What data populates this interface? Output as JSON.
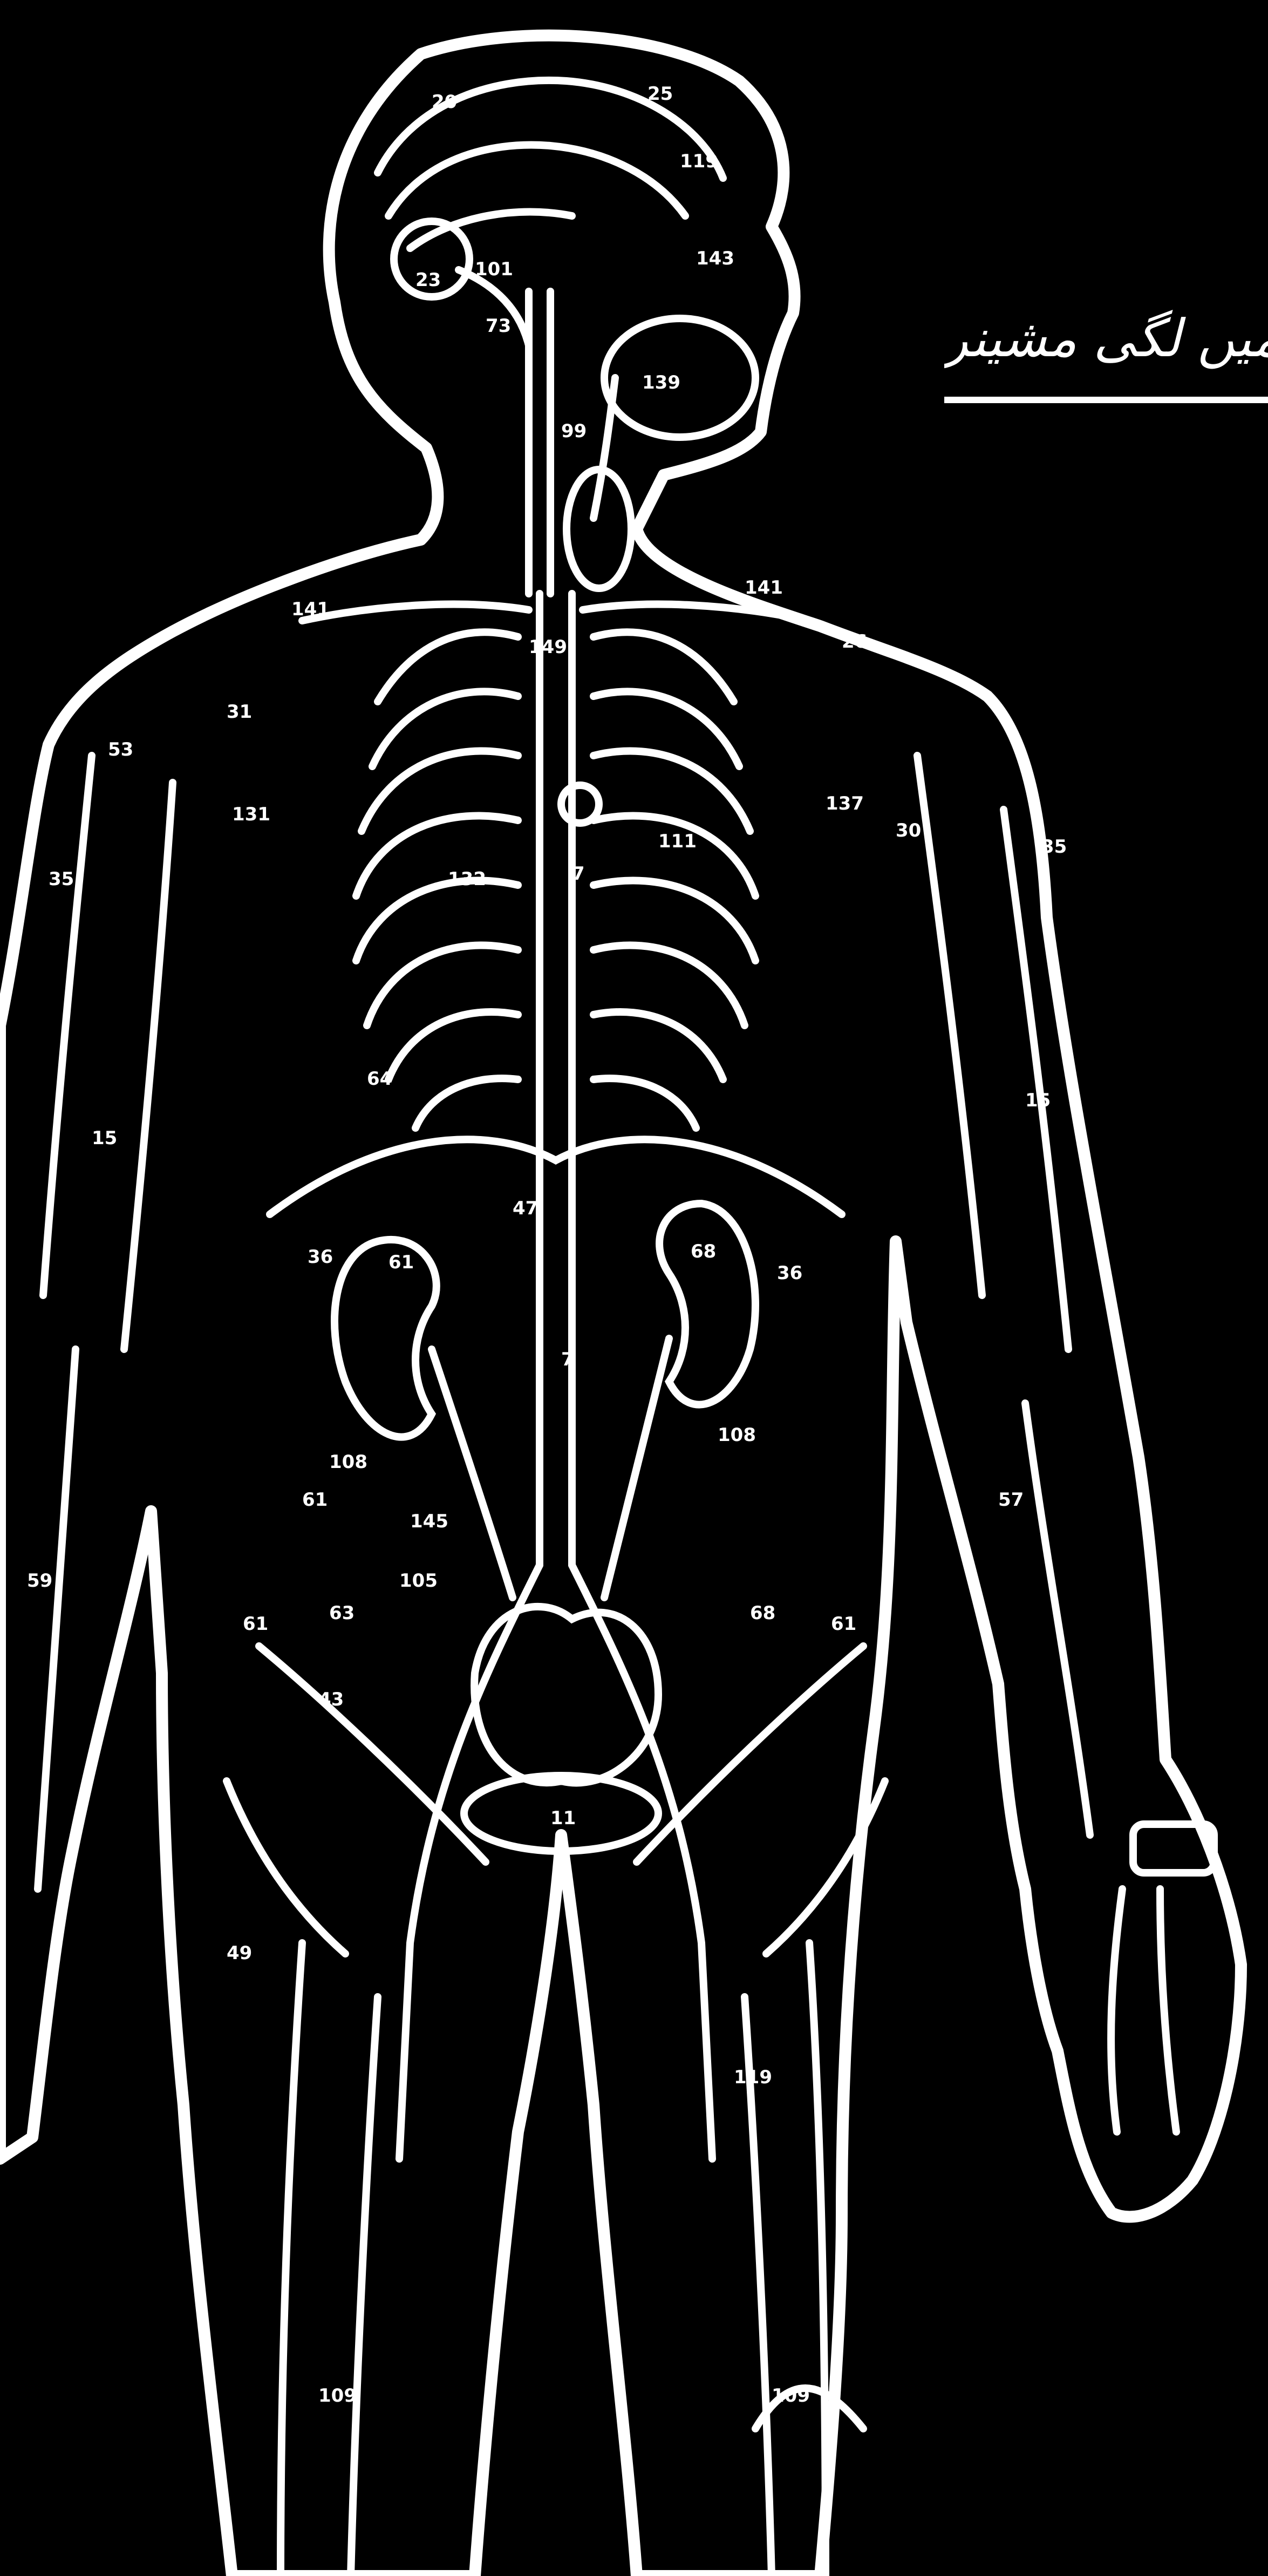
{
  "heading": "وں میں لگی مشینری",
  "labels": [
    "20",
    "25",
    "119",
    "23",
    "101",
    "73",
    "143",
    "99",
    "139",
    "141",
    "26",
    "149",
    "141",
    "31",
    "131",
    "53",
    "35",
    "15",
    "137",
    "111",
    "7",
    "132",
    "64",
    "30",
    "35",
    "36",
    "61",
    "47",
    "68",
    "36",
    "7",
    "108",
    "108",
    "61",
    "145",
    "105",
    "61",
    "63",
    "68",
    "61",
    "11",
    "43",
    "49",
    "109",
    "109",
    "119",
    "59",
    "57",
    "15"
  ]
}
